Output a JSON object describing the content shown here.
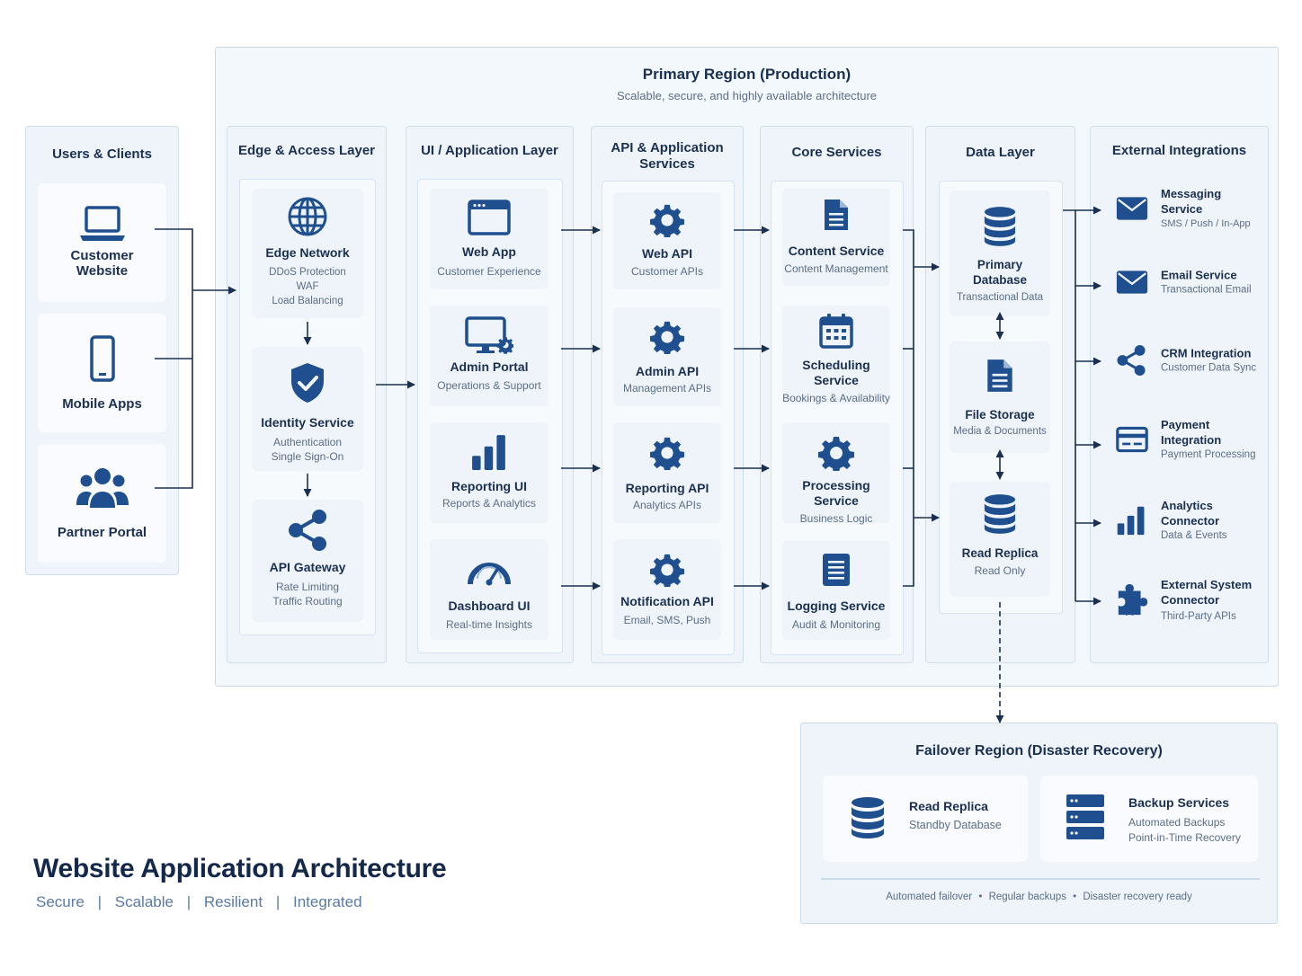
{
  "primary_region": {
    "title": "Primary Region (Production)",
    "subtitle": "Scalable, secure, and highly available architecture"
  },
  "users": {
    "title": "Users & Clients",
    "items": [
      {
        "label": "Customer Website",
        "icon": "laptop-icon"
      },
      {
        "label": "Mobile Apps",
        "icon": "mobile-icon"
      },
      {
        "label": "Partner Portal",
        "icon": "users-group-icon"
      }
    ]
  },
  "edge": {
    "title": "Edge & Access Layer",
    "items": [
      {
        "title": "Edge Network",
        "lines": [
          "DDoS Protection",
          "WAF",
          "Load Balancing"
        ],
        "icon": "globe-icon"
      },
      {
        "title": "Identity Service",
        "lines": [
          "Authentication",
          "Single Sign-On"
        ],
        "icon": "shield-check-icon"
      },
      {
        "title": "API Gateway",
        "lines": [
          "Rate Limiting",
          "Traffic Routing"
        ],
        "icon": "share-nodes-icon"
      }
    ]
  },
  "ui_layer": {
    "title": "UI / Application Layer",
    "items": [
      {
        "title": "Web App",
        "sub": "Customer Experience",
        "icon": "browser-window-icon"
      },
      {
        "title": "Admin Portal",
        "sub": "Operations & Support",
        "icon": "monitor-gear-icon"
      },
      {
        "title": "Reporting UI",
        "sub": "Reports & Analytics",
        "icon": "bar-chart-icon"
      },
      {
        "title": "Dashboard UI",
        "sub": "Real-time Insights",
        "icon": "gauge-icon"
      }
    ]
  },
  "api_layer": {
    "title_line1": "API & Application",
    "title_line2": "Services",
    "items": [
      {
        "title": "Web API",
        "sub": "Customer APIs",
        "icon": "gear-icon"
      },
      {
        "title": "Admin API",
        "sub": "Management APIs",
        "icon": "gear-icon"
      },
      {
        "title": "Reporting API",
        "sub": "Analytics APIs",
        "icon": "gear-icon"
      },
      {
        "title": "Notification API",
        "sub": "Email, SMS, Push",
        "icon": "gear-icon"
      }
    ]
  },
  "core": {
    "title": "Core Services",
    "items": [
      {
        "title": "Content Service",
        "sub": "Content Management",
        "icon": "document-icon"
      },
      {
        "title": "Scheduling Service",
        "sub": "Bookings & Availability",
        "icon": "calendar-icon"
      },
      {
        "title": "Processing Service",
        "sub": "Business Logic",
        "icon": "gear-icon"
      },
      {
        "title": "Logging Service",
        "sub": "Audit & Monitoring",
        "icon": "log-list-icon"
      }
    ]
  },
  "data_layer": {
    "title": "Data Layer",
    "items": [
      {
        "title_line1": "Primary",
        "title_line2": "Database",
        "sub": "Transactional Data",
        "icon": "database-icon"
      },
      {
        "title_line1": "File Storage",
        "title_line2": "",
        "sub": "Media & Documents",
        "icon": "file-icon"
      },
      {
        "title_line1": "Read Replica",
        "title_line2": "",
        "sub": "Read Only",
        "icon": "database-icon"
      }
    ]
  },
  "external": {
    "title": "External Integrations",
    "items": [
      {
        "title_line1": "Messaging Service",
        "title_line2": "",
        "sub": "SMS / Push / In-App",
        "icon": "envelope-icon"
      },
      {
        "title_line1": "Email Service",
        "title_line2": "",
        "sub": "Transactional Email",
        "icon": "envelope-icon"
      },
      {
        "title_line1": "CRM Integration",
        "title_line2": "",
        "sub": "Customer Data Sync",
        "icon": "share-icon"
      },
      {
        "title_line1": "Payment Integration",
        "title_line2": "",
        "sub": "Payment Processing",
        "icon": "credit-card-icon"
      },
      {
        "title_line1": "Analytics Connector",
        "title_line2": "",
        "sub": "Data & Events",
        "icon": "bar-chart-icon"
      },
      {
        "title_line1": "External System",
        "title_line2": "Connector",
        "sub": "Third-Party APIs",
        "icon": "puzzle-icon"
      }
    ]
  },
  "failover": {
    "title": "Failover Region (Disaster Recovery)",
    "replica": {
      "title": "Read Replica",
      "sub": "Standby Database",
      "icon": "database-icon"
    },
    "backup": {
      "title": "Backup Services",
      "lines": [
        "Automated Backups",
        "Point-in-Time Recovery"
      ],
      "icon": "server-icon"
    },
    "footer": [
      "Automated failover",
      "Regular backups",
      "Disaster recovery ready"
    ],
    "footer_separator": "•"
  },
  "main_title": "Website Application Architecture",
  "tagline": [
    "Secure",
    "Scalable",
    "Resilient",
    "Integrated"
  ],
  "tagline_separator": "|",
  "colors": {
    "icon": "#1f4f8e",
    "text": "#1b3050",
    "subtext": "#5b6e86",
    "panel": "#eef4fa",
    "border": "#cfdeec"
  }
}
